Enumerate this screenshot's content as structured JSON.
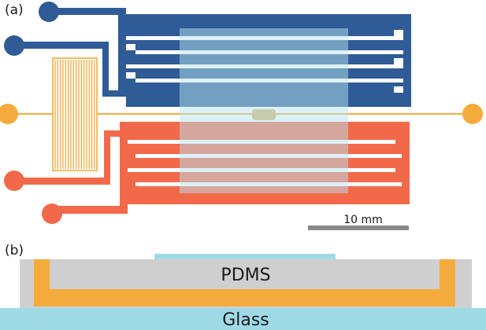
{
  "panel_a": {
    "label": "(a)",
    "scale_bar_text": "10 mm"
  },
  "panel_b": {
    "label": "(b)",
    "pdms_label": "PDMS",
    "glass_label": "Glass"
  },
  "colors": {
    "blue_electrode": "#2f5b97",
    "red_electrode": "#f2694a",
    "heater": "#f5ab3c",
    "channel_overlay": "#b8e3ef",
    "pdms": "#cfcfcf",
    "glass": "#9fdbe7",
    "scale_bar": "#8a8a8a",
    "sample": "#d7b46e"
  }
}
